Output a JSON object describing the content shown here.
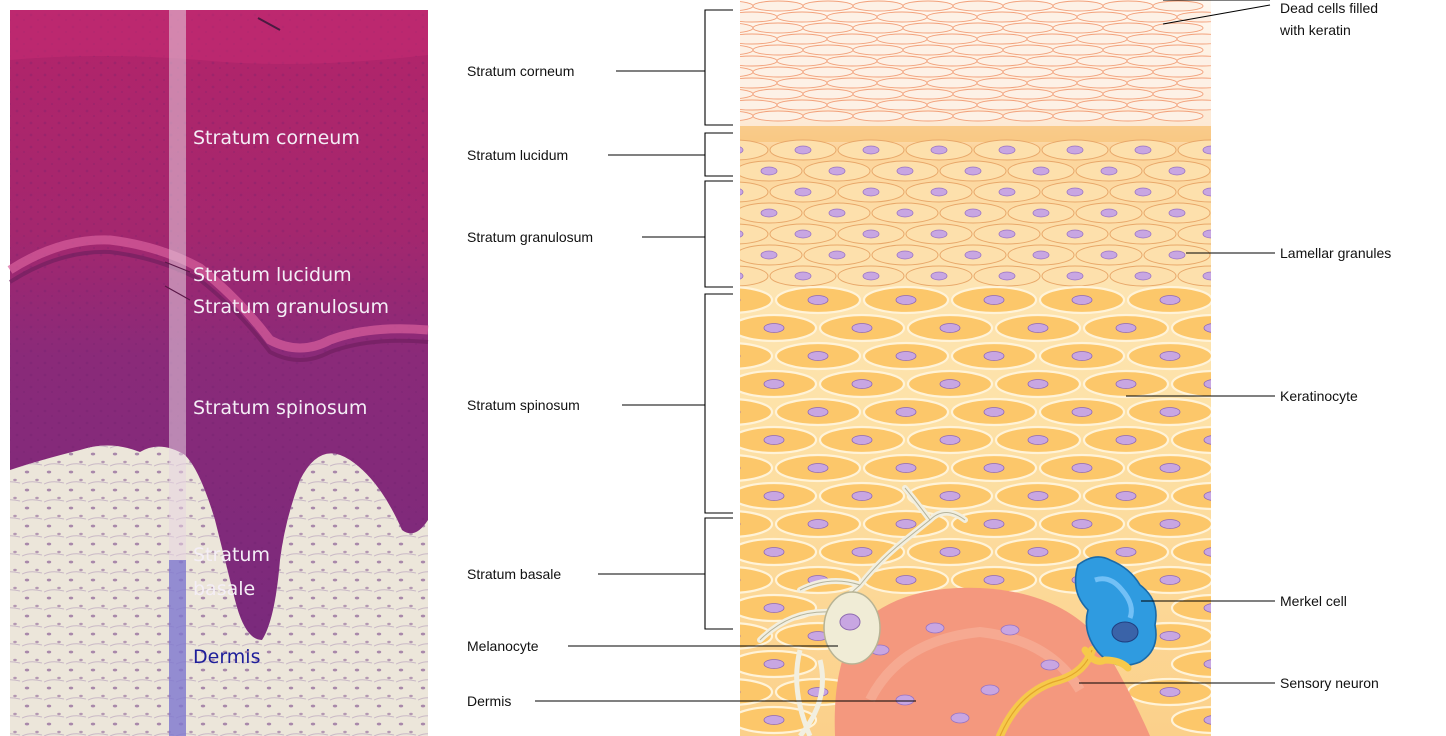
{
  "micrograph": {
    "labels": [
      {
        "id": "corneum",
        "text": "Stratum corneum"
      },
      {
        "id": "lucidum",
        "text": "Stratum lucidum"
      },
      {
        "id": "granulosum",
        "text": "Stratum granulosum"
      },
      {
        "id": "spinosum",
        "text": "Stratum spinosum"
      },
      {
        "id": "basale_1",
        "text": "Stratum"
      },
      {
        "id": "basale_2",
        "text": "basale"
      },
      {
        "id": "dermis",
        "text": "Dermis"
      }
    ]
  },
  "diagram": {
    "left_labels": [
      {
        "id": "corneum",
        "text": "Stratum corneum"
      },
      {
        "id": "lucidum",
        "text": "Stratum lucidum"
      },
      {
        "id": "granulosum",
        "text": "Stratum granulosum"
      },
      {
        "id": "spinosum",
        "text": "Stratum spinosum"
      },
      {
        "id": "basale",
        "text": "Stratum basale"
      },
      {
        "id": "melanocyte",
        "text": "Melanocyte"
      },
      {
        "id": "dermis",
        "text": "Dermis"
      }
    ],
    "right_labels": [
      {
        "id": "dead_cells_1",
        "text": "Dead cells filled"
      },
      {
        "id": "dead_cells_2",
        "text": "with keratin"
      },
      {
        "id": "lamellar",
        "text": "Lamellar granules"
      },
      {
        "id": "keratinocyte",
        "text": "Keratinocyte"
      },
      {
        "id": "merkel",
        "text": "Merkel cell"
      },
      {
        "id": "sensory",
        "text": "Sensory neuron"
      }
    ]
  },
  "colors": {
    "micro_tissue": "#9b2a6e",
    "micro_dermis": "#ece6da",
    "corneum_cell": "#fdf1e6",
    "granular_cell": "#fde0ac",
    "spinous_cell": "#fcc76a",
    "dermis_pink": "#f49a80",
    "merkel_blue": "#2f9be0",
    "nucleus": "#c8a6e2"
  }
}
